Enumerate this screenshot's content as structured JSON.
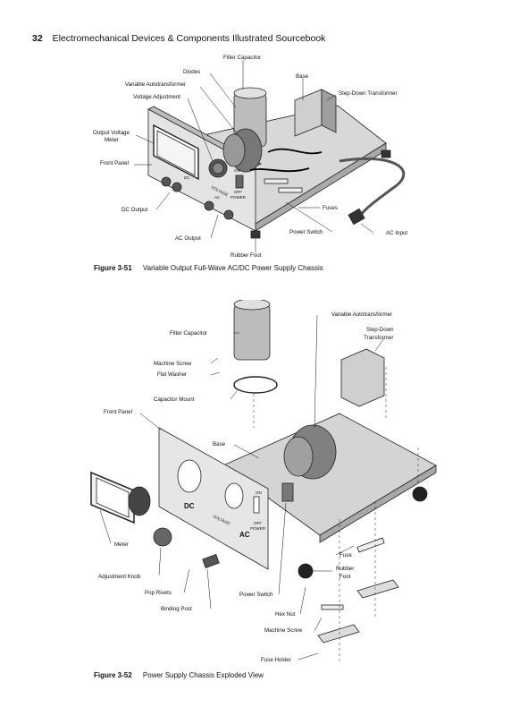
{
  "page": {
    "number": "32",
    "title": "Electromechanical Devices & Components Illustrated Sourcebook"
  },
  "figure1": {
    "number": "Figure 3-51",
    "caption": "Variable Output Full-Wave AC/DC Power Supply Chassis",
    "labels": {
      "filter_capacitor": "Filter Capacitor",
      "diodes": "Diodes",
      "base": "Base",
      "variable_autotransformer": "Variable Autotransformer",
      "voltage_adjustment": "Voltage Adjustment",
      "step_down_transformer": "Step-Down Transformer",
      "output_voltage_meter_1": "Output Voltage",
      "output_voltage_meter_2": "Meter",
      "front_panel": "Front Panel",
      "dc_output": "DC Output",
      "fuses": "Fuses",
      "power_switch": "Power Switch",
      "ac_input": "AC Input",
      "ac_output": "AC Output",
      "rubber_foot": "Rubber Foot"
    },
    "panel_text": {
      "dc": "DC",
      "ac": "AC",
      "voltage": "VOLTAGE",
      "on": "ON",
      "off": "OFF",
      "power": "POWER"
    }
  },
  "figure2": {
    "number": "Figure 3-52",
    "caption": "Power Supply Chassis Exploded View",
    "labels": {
      "variable_autotransformer": "Variable Autotransformer",
      "filter_capacitor": "Filter Capacitor",
      "step_down_1": "Step-Down",
      "step_down_2": "Transformer",
      "machine_screw_top": "Machine Screw",
      "flat_washer": "Flat Washer",
      "capacitor_mount": "Capacitor Mount",
      "front_panel": "Front Panel",
      "base": "Base",
      "meter": "Meter",
      "fuse": "Fuse",
      "rubber_foot_1": "Rubber",
      "rubber_foot_2": "Foot",
      "adjustment_knob": "Adjustment Knob",
      "pop_rivets": "Pop Rivets",
      "power_switch": "Power Switch",
      "binding_post": "Binding Post",
      "hex_nut": "Hex Nut",
      "machine_screw_bottom": "Machine Screw",
      "fuse_holder": "Fuse Holder"
    },
    "panel_text": {
      "dc": "DC",
      "ac": "AC",
      "voltage": "VOLTAGE",
      "on": "ON",
      "off": "OFF",
      "power": "POWER"
    }
  }
}
